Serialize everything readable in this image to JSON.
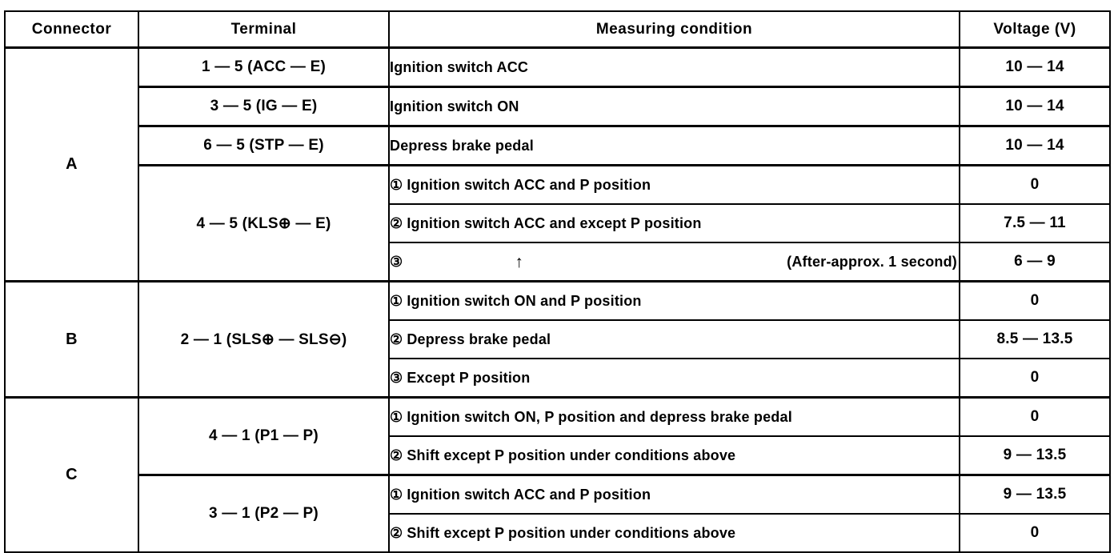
{
  "table": {
    "columns": [
      {
        "key": "connector",
        "label": "Connector"
      },
      {
        "key": "terminal",
        "label": "Terminal"
      },
      {
        "key": "condition",
        "label": "Measuring condition"
      },
      {
        "key": "voltage",
        "label": "Voltage (V)"
      }
    ],
    "groups": [
      {
        "connector": "A",
        "terminals": [
          {
            "terminal": "1 — 5 (ACC — E)",
            "rows": [
              {
                "condition": "Ignition switch ACC",
                "voltage": "10 — 14"
              }
            ]
          },
          {
            "terminal": "3 — 5 (IG — E)",
            "rows": [
              {
                "condition": "Ignition switch ON",
                "voltage": "10 — 14"
              }
            ]
          },
          {
            "terminal": "6 — 5 (STP — E)",
            "rows": [
              {
                "condition": "Depress brake pedal",
                "voltage": "10 — 14"
              }
            ]
          },
          {
            "terminal": "4 — 5 (KLS⊕ — E)",
            "rows": [
              {
                "marker": "①",
                "condition": "Ignition switch ACC and P position",
                "voltage": "0"
              },
              {
                "marker": "②",
                "condition": "Ignition switch ACC and except P position",
                "voltage": "7.5 — 11"
              },
              {
                "marker": "③",
                "condition": "",
                "arrow": "↑",
                "note": "(After-approx. 1 second)",
                "voltage": "6 — 9"
              }
            ]
          }
        ]
      },
      {
        "connector": "B",
        "terminals": [
          {
            "terminal": "2 — 1 (SLS⊕ — SLS⊖)",
            "rows": [
              {
                "marker": "①",
                "condition": "Ignition switch ON and P position",
                "voltage": "0"
              },
              {
                "marker": "②",
                "condition": "Depress brake pedal",
                "voltage": "8.5 — 13.5"
              },
              {
                "marker": "③",
                "condition": "Except P position",
                "voltage": "0"
              }
            ]
          }
        ]
      },
      {
        "connector": "C",
        "terminals": [
          {
            "terminal": "4 — 1 (P1 — P)",
            "rows": [
              {
                "marker": "①",
                "condition": "Ignition switch ON, P position and depress brake pedal",
                "voltage": "0"
              },
              {
                "marker": "②",
                "condition": "Shift except P position under conditions above",
                "voltage": "9 — 13.5"
              }
            ]
          },
          {
            "terminal": "3 — 1 (P2 — P)",
            "rows": [
              {
                "marker": "①",
                "condition": "Ignition switch ACC and P position",
                "voltage": "9 — 13.5"
              },
              {
                "marker": "②",
                "condition": "Shift except P position under conditions above",
                "voltage": "0"
              }
            ]
          }
        ]
      }
    ]
  },
  "colors": {
    "rule": "#000000",
    "text": "#000000",
    "background": "#ffffff"
  }
}
